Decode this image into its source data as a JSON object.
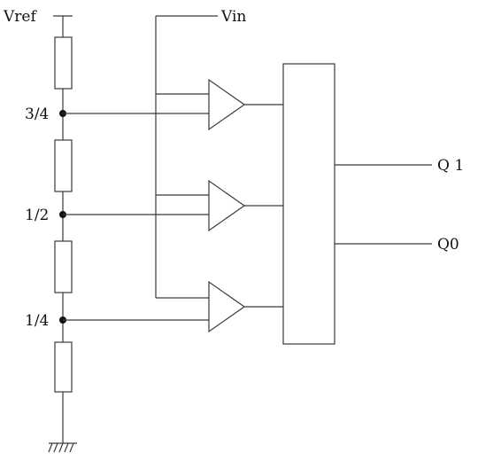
{
  "labels": {
    "vref": "Vref",
    "vin": "Vin",
    "tap_3_4": "3/4",
    "tap_1_2": "1/2",
    "tap_1_4": "1/4",
    "out_q1": "Q 1",
    "out_q0": "Q0"
  }
}
